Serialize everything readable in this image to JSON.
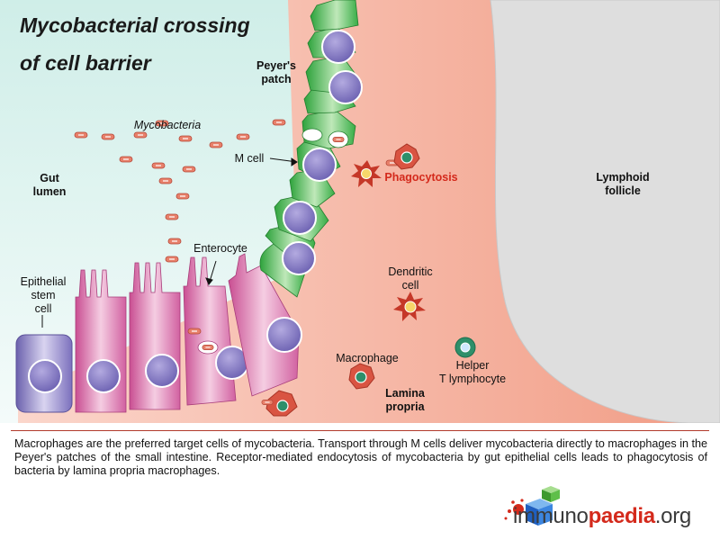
{
  "title": {
    "line1": "Mycobacterial crossing",
    "line2": "of cell barrier"
  },
  "labels": {
    "peyers_patch": [
      "Peyer's",
      "patch"
    ],
    "mycobacteria": "Mycobacteria",
    "gut_lumen": [
      "Gut",
      "lumen"
    ],
    "m_cell": "M cell",
    "phagocytosis": "Phagocytosis",
    "lymphoid_follicle": [
      "Lymphoid",
      "follicle"
    ],
    "enterocyte": "Enterocyte",
    "epithelial_stem_cell": [
      "Epithelial",
      "stem",
      "cell"
    ],
    "dendritic_cell": [
      "Dendritic",
      "cell"
    ],
    "macrophage": "Macrophage",
    "helper_t": [
      "Helper",
      "T lymphocyte"
    ],
    "lamina_propria": [
      "Lamina",
      "propria"
    ]
  },
  "caption": "Macrophages are the preferred target cells of mycobacteria. Transport through M cells deliver mycobacteria directly to macrophages in the Peyer's patches of the small intestine. Receptor-mediated endocytosis of mycobacteria by gut epithelial cells leads to phagocytosis of bacteria by lamina propria macrophages.",
  "logo": {
    "part1": "immuno",
    "part2": "paedia",
    "part3": ".org"
  },
  "colors": {
    "lumen": "#d6efe9",
    "lamina": "#f6b3a0",
    "follicle": "#dcdcdc",
    "m_cell_green": "#3db54a",
    "enterocyte_pink": "#d5659f",
    "nucleus": "#7f74c2",
    "bacteria": "#e0735e",
    "phagocytosis_text": "#d42a1c"
  }
}
